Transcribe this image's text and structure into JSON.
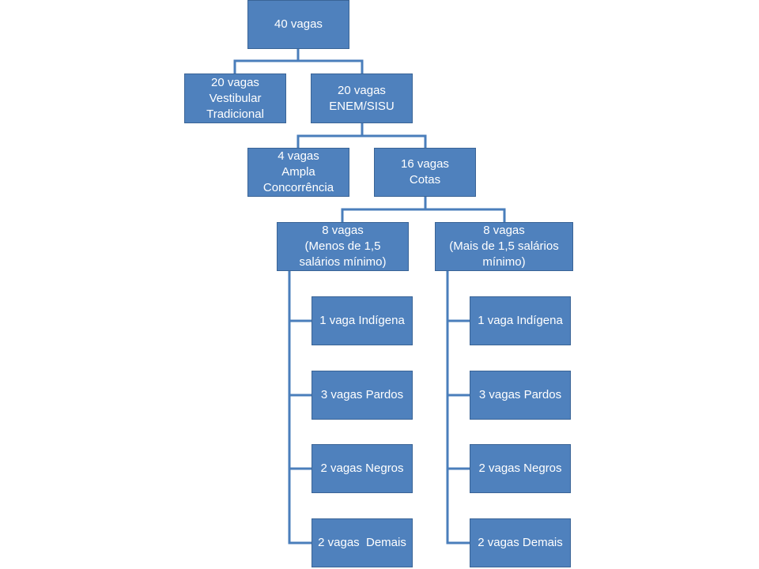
{
  "nodes": {
    "root": {
      "lines": [
        "40 vagas"
      ]
    },
    "vestibular": {
      "lines": [
        "20 vagas",
        "Vestibular",
        "Tradicional"
      ]
    },
    "enem": {
      "lines": [
        "20 vagas",
        "ENEM/SISU"
      ]
    },
    "ampla": {
      "lines": [
        "4 vagas",
        "Ampla",
        "Concorrência"
      ]
    },
    "cotas": {
      "lines": [
        "16 vagas",
        "Cotas"
      ]
    },
    "menos": {
      "lines": [
        "8 vagas",
        "(Menos de 1,5",
        "salários mínimo)"
      ]
    },
    "mais": {
      "lines": [
        "8 vagas",
        "(Mais de 1,5 salários",
        "mínimo)"
      ]
    },
    "menos_children": [
      "1 vaga Indígena",
      "3 vagas Pardos",
      "2 vagas Negros",
      "2 vagas  Demais"
    ],
    "mais_children": [
      "1 vaga Indígena",
      "3 vagas Pardos",
      "2 vagas Negros",
      "2 vagas Demais"
    ]
  },
  "colors": {
    "box_fill": "#4F81BD",
    "box_border": "#3A6496",
    "connector": "#4A7EBB",
    "text": "#FFFFFF"
  }
}
